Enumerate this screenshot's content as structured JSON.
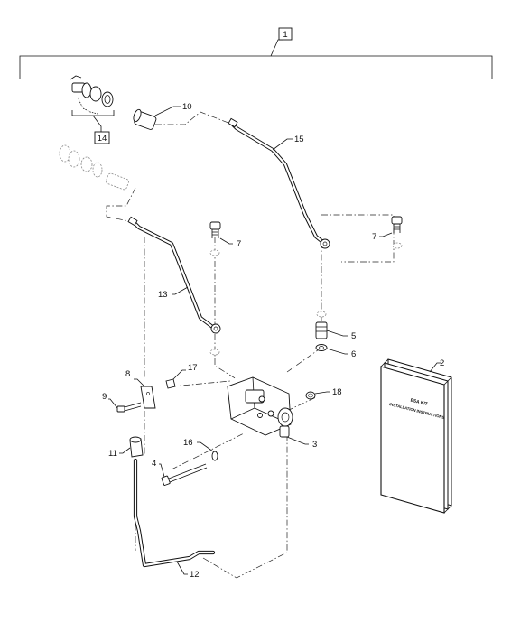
{
  "callouts": {
    "c1": "1",
    "c2": "2",
    "c3": "3",
    "c4": "4",
    "c5": "5",
    "c6": "6",
    "c7a": "7",
    "c7b": "7",
    "c8": "8",
    "c9": "9",
    "c10": "10",
    "c11": "11",
    "c12": "12",
    "c13": "13",
    "c14": "14",
    "c15": "15",
    "c16": "16",
    "c17": "17",
    "c18": "18"
  },
  "manual": {
    "title_line1": "ESA KIT",
    "title_line2": "INSTALLATION INSTRUCTIONS"
  }
}
